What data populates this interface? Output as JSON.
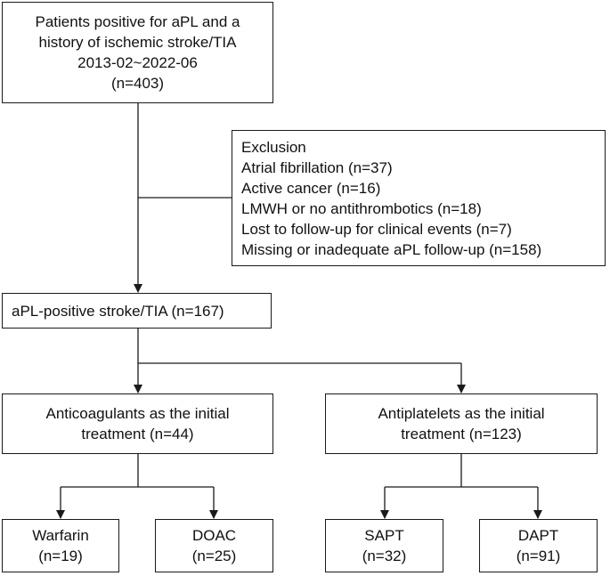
{
  "top_box": {
    "lines": [
      "Patients positive for aPL and a",
      "history of ischemic stroke/TIA",
      "2013-02~2022-06",
      "(n=403)"
    ]
  },
  "exclusion_box": {
    "title": "Exclusion",
    "items": [
      "Atrial fibrillation (n=37)",
      "Active cancer (n=16)",
      "LMWH or no antithrombotics (n=18)",
      "Lost to follow-up for clinical events (n=7)",
      "Missing or inadequate aPL follow-up (n=158)"
    ]
  },
  "cohort_box": {
    "label": "aPL-positive stroke/TIA (n=167)"
  },
  "anticoagulants_box": {
    "lines": [
      "Anticoagulants as the initial",
      "treatment (n=44)"
    ]
  },
  "antiplatelets_box": {
    "lines": [
      "Antiplatelets as the initial",
      "treatment (n=123)"
    ]
  },
  "leaf_boxes": [
    {
      "lines": [
        "Warfarin",
        "(n=19)"
      ]
    },
    {
      "lines": [
        "DOAC",
        "(n=25)"
      ]
    },
    {
      "lines": [
        "SAPT",
        "(n=32)"
      ]
    },
    {
      "lines": [
        "DAPT",
        "(n=91)"
      ]
    }
  ],
  "colors": {
    "line": "#1a1a1a",
    "background": "#ffffff"
  }
}
